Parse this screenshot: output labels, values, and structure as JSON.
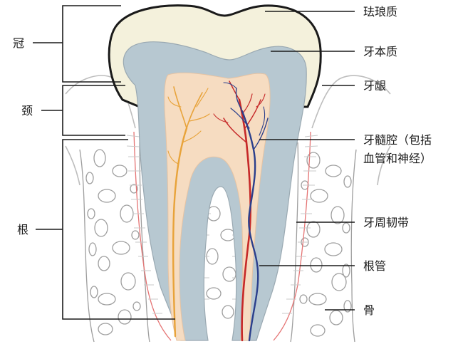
{
  "left_labels": {
    "crown": "冠",
    "neck": "颈",
    "root": "根"
  },
  "right_labels": {
    "enamel": "珐琅质",
    "dentin": "牙本质",
    "gum": "牙龈",
    "pulp_line1": "牙髓腔（包括",
    "pulp_line2": "血管和神经）",
    "ligament": "牙周韧带",
    "root_canal": "根管",
    "bone": "骨"
  },
  "colors": {
    "enamel": "#f4f1dc",
    "dentin": "#b7c8d1",
    "pulp": "#f6dcc1",
    "artery": "#c62828",
    "vein": "#2b3f8c",
    "nerve": "#e8a33a",
    "gum_line": "#bdbdbd",
    "bone_line": "#9e9e9e",
    "ligament": "#e57373"
  }
}
